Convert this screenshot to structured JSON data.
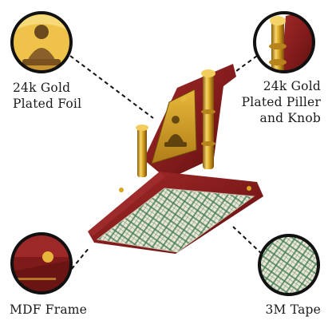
{
  "callouts": {
    "gold_foil": {
      "line1": "24k Gold",
      "line2": "Plated Foil"
    },
    "gold_piller": {
      "line1": "24k Gold",
      "line2": "Plated Piller",
      "line3": "and Knob"
    },
    "mdf_frame": {
      "line1": "MDF Frame"
    },
    "tape": {
      "line1": "3M Tape"
    }
  },
  "colors": {
    "wood": "#8b1f1f",
    "wood_dark": "#5e1010",
    "gold": "#d9a521",
    "gold_light": "#f5d46a",
    "tape_green": "#3f7a4e",
    "tape_base": "#e9e4d6",
    "ring": "#111111"
  }
}
